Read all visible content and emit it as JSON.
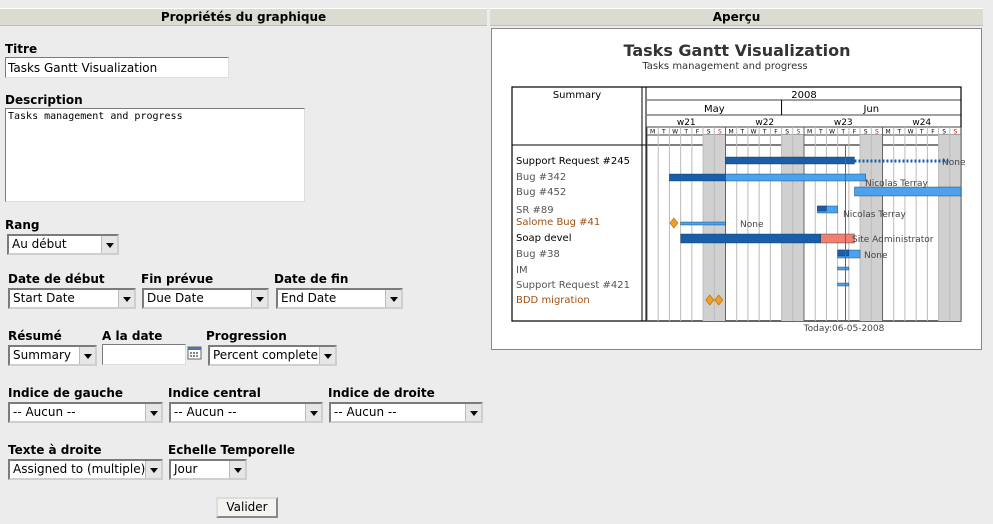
{
  "left_header": "Propriétés du graphique",
  "right_header": "Aperçu",
  "form": {
    "title_label": "Titre",
    "title_value": "Tasks Gantt Visualization",
    "description_label": "Description",
    "description_value": "Tasks management and progress",
    "rank_label": "Rang",
    "rank_value": "Au début",
    "start_label": "Date de début",
    "start_value": "Start Date",
    "planned_label": "Fin prévue",
    "planned_value": "Due Date",
    "end_label": "Date de fin",
    "end_value": "End Date",
    "summary_label": "Résumé",
    "summary_value": "Summary",
    "at_date_label": "A la date",
    "at_date_value": "",
    "progress_label": "Progression",
    "progress_value": "Percent complete",
    "left_index_label": "Indice de gauche",
    "left_index_value": "-- Aucun --",
    "center_index_label": "Indice central",
    "center_index_value": "-- Aucun --",
    "right_index_label": "Indice de droite",
    "right_index_value": "-- Aucun --",
    "right_text_label": "Texte à droite",
    "right_text_value": "Assigned to (multiple)",
    "time_scale_label": "Echelle Temporelle",
    "time_scale_value": "Jour",
    "submit_label": "Valider"
  },
  "icons": {
    "calendar": "calendar-icon",
    "dropdown": "chevron-down-icon"
  },
  "colors": {
    "header_bg": "#dcdbd2",
    "bar_dark": "#1a5ea8",
    "bar_light": "#4aa3ec",
    "bar_red": "#f08070",
    "milestone": "#f0a020",
    "late_label": "#a05010",
    "today_line": "#e03030"
  },
  "gantt": {
    "title": "Tasks Gantt Visualization",
    "subtitle": "Tasks management and progress",
    "summary_header": "Summary",
    "year": "2008",
    "months": [
      "May",
      "Jun"
    ],
    "weeks": [
      "w21",
      "w22",
      "w23",
      "w24"
    ],
    "days": [
      "M",
      "T",
      "W",
      "T",
      "F",
      "S",
      "S",
      "M",
      "T",
      "W",
      "T",
      "F",
      "S",
      "S",
      "M",
      "T",
      "W",
      "T",
      "F",
      "S",
      "S",
      "M",
      "T",
      "W",
      "T",
      "F",
      "S",
      "S"
    ],
    "tasks": [
      "Support Request #245",
      "Bug #342",
      "Bug #452",
      "SR #89",
      "Salome Bug #41",
      "Soap devel",
      "Bug #38",
      "IM",
      "Support Request #421",
      "BDD migration"
    ],
    "bar_labels": [
      "None",
      "Nicolas Terray",
      "Nicolas Terray",
      "None",
      "Site Administrator",
      "None"
    ],
    "today": "Today:06-05-2008"
  }
}
